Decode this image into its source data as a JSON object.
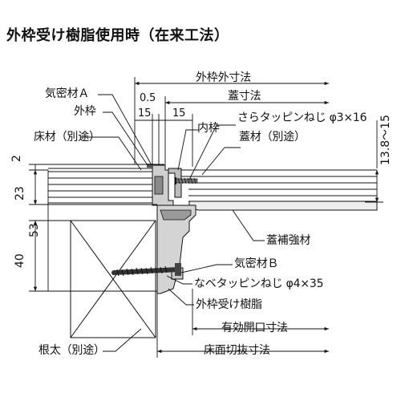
{
  "title": "外枠受け樹脂使用時（在来工法）",
  "labels": {
    "outer_frame_dim": "外枠外寸法",
    "lid_dim": "蓋寸法",
    "airtight_a": "気密材Ａ",
    "outer_frame": "外枠",
    "floor_material": "床材（別途）",
    "inner_frame": "内枠",
    "screw_flat": "さらタッピンねじ φ3×16",
    "lid_material": "蓋材（別途）",
    "lid_reinforcement": "蓋補強材",
    "airtight_b": "気密材Ｂ",
    "screw_pan": "なベタッピンねじ φ4×35",
    "frame_holder": "外枠受け樹脂",
    "effective_opening": "有効開口寸法",
    "floor_cut": "床面切抜寸法",
    "sill": "根太（別途）"
  },
  "dims": {
    "d_0_5": "0.5",
    "d_15a": "15",
    "d_15b": "15",
    "d_2": "2",
    "d_23": "23",
    "d_53": "53",
    "d_40": "40",
    "d_range": "13.8～15"
  },
  "colors": {
    "line": "#111111",
    "fill_light": "#e6e6e6",
    "fill_mid": "#bdbdbd",
    "fill_dark": "#7a7a7a"
  }
}
